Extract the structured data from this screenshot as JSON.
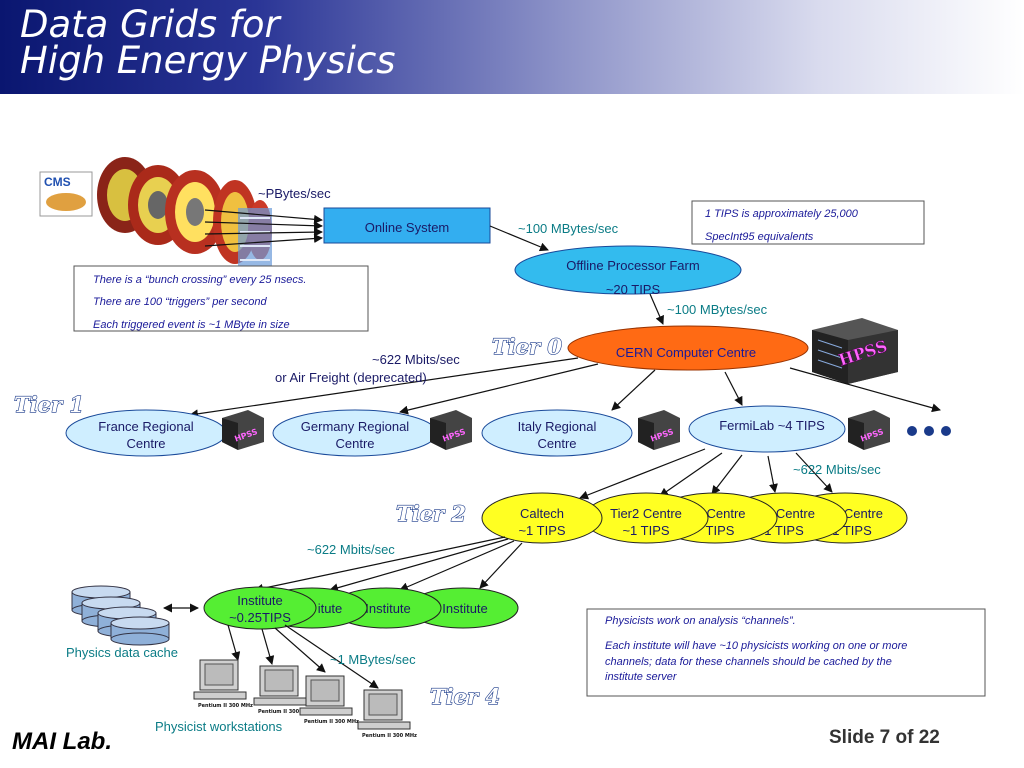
{
  "title": {
    "line1": "Data Grids for",
    "line2": "High Energy Physics"
  },
  "footer": {
    "lab": "MAI Lab.",
    "slide": "Slide 7 of 22"
  },
  "cms_logo": "CMS",
  "hpss": "HPSS",
  "labels": {
    "pbytes": "~PBytes/sec",
    "online_system": "Online System",
    "mbytes_100_a": "~100 MBytes/sec",
    "offline_farm_1": "Offline Processor Farm",
    "offline_farm_2": "~20 TIPS",
    "mbytes_100_b": "~100 MBytes/sec",
    "cern": "CERN Computer Centre",
    "mbits_622_a": "~622 Mbits/sec",
    "air_freight": "or Air Freight (deprecated)",
    "mbits_622_b": "~622 Mbits/sec",
    "mbits_622_c": "~622 Mbits/sec",
    "mbytes_1": "~1 MBytes/sec",
    "physics_cache": "Physics data cache",
    "workstations": "Physicist workstations",
    "ws_caption": "Pentium II 300 MHz"
  },
  "tiers": {
    "t0": "Tier 0",
    "t1": "Tier 1",
    "t2": "Tier 2",
    "t4": "Tier 4"
  },
  "tier1_centres": [
    {
      "line1": "France Regional",
      "line2": "Centre"
    },
    {
      "line1": "Germany Regional",
      "line2": "Centre"
    },
    {
      "line1": "Italy Regional",
      "line2": "Centre"
    },
    {
      "line1": "FermiLab ~4 TIPS",
      "line2": ""
    }
  ],
  "tier2": {
    "caltech": {
      "line1": "Caltech",
      "line2": "~1 TIPS"
    },
    "centre": {
      "line1": "Tier2 Centre",
      "line2": "~1 TIPS"
    },
    "partial1": {
      "line1": "Centre",
      "line2": "TIPS"
    },
    "partial2": {
      "line1": "2 Centre",
      "line2": "1 TIPS"
    },
    "partial3": {
      "line1": "2 Centre",
      "line2": "1 TIPS"
    }
  },
  "institutes": {
    "main": {
      "line1": "Institute",
      "line2": "~0.25TIPS"
    },
    "i2": "itute",
    "i3": "Institute",
    "i4": "Institute"
  },
  "notes": {
    "tips": [
      "1 TIPS is approximately 25,000",
      "SpecInt95 equivalents"
    ],
    "bunch": [
      "There is a “bunch crossing” every 25 nsecs.",
      "There are 100 “triggers” per second",
      "Each triggered event is ~1 MByte in size"
    ],
    "physicists": [
      "Physicists work on analysis “channels”.",
      "Each institute will have ~10 physicists working on one or more",
      "channels; data for these channels should be cached by the",
      "institute server"
    ]
  },
  "colors": {
    "header_dark": "#0a1670",
    "link": "#0b7c86",
    "tier1_fill": "#cfeeff",
    "tier2_fill": "#ffff22",
    "institute_fill": "#55ee33",
    "cern_fill": "#ff6a14",
    "offline_fill": "#33bbee"
  }
}
